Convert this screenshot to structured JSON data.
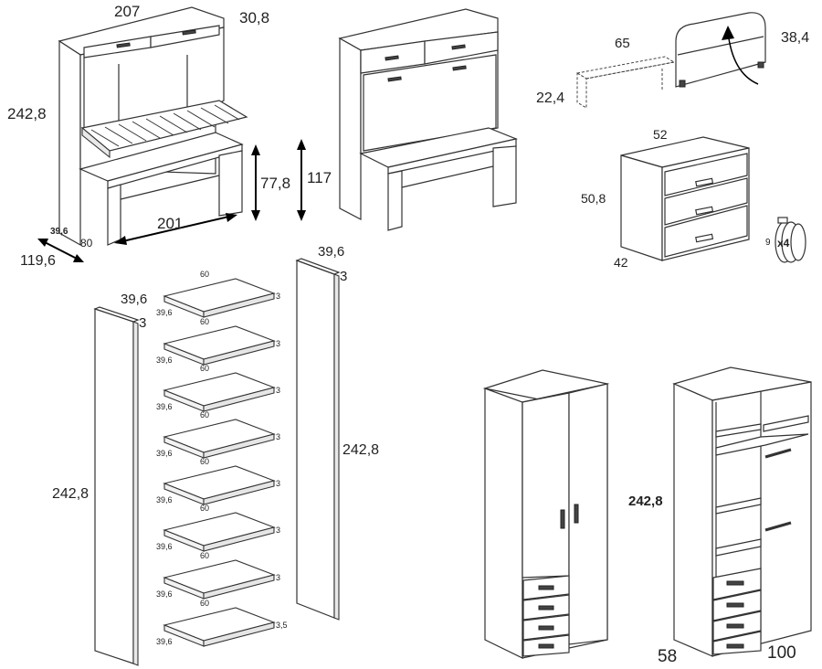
{
  "bed_unit": {
    "width": "207",
    "depth_top": "30,8",
    "height": "242,8",
    "desk_height": "77,8",
    "bed_height": "117",
    "bed_length": "201",
    "foot_small": "39,6",
    "foot_depth": "80",
    "overall_depth": "119,6"
  },
  "headboard": {
    "length": "65",
    "shelf_height": "22,4",
    "height": "38,4"
  },
  "drawer_chest": {
    "width": "52",
    "height": "50,8",
    "depth": "42",
    "wheel_size": "9",
    "wheel_qty": "x4"
  },
  "shelves": {
    "label_width": "60",
    "label_depth": "39,6",
    "label_thickness": "3",
    "last_thickness": "3,5"
  },
  "side_panel_left": {
    "depth": "39,6",
    "thickness": "3",
    "height": "242,8"
  },
  "side_panel_right": {
    "depth": "39,6",
    "thickness": "3",
    "height": "242,8"
  },
  "wardrobe": {
    "height": "242,8",
    "depth": "58",
    "width": "100"
  }
}
